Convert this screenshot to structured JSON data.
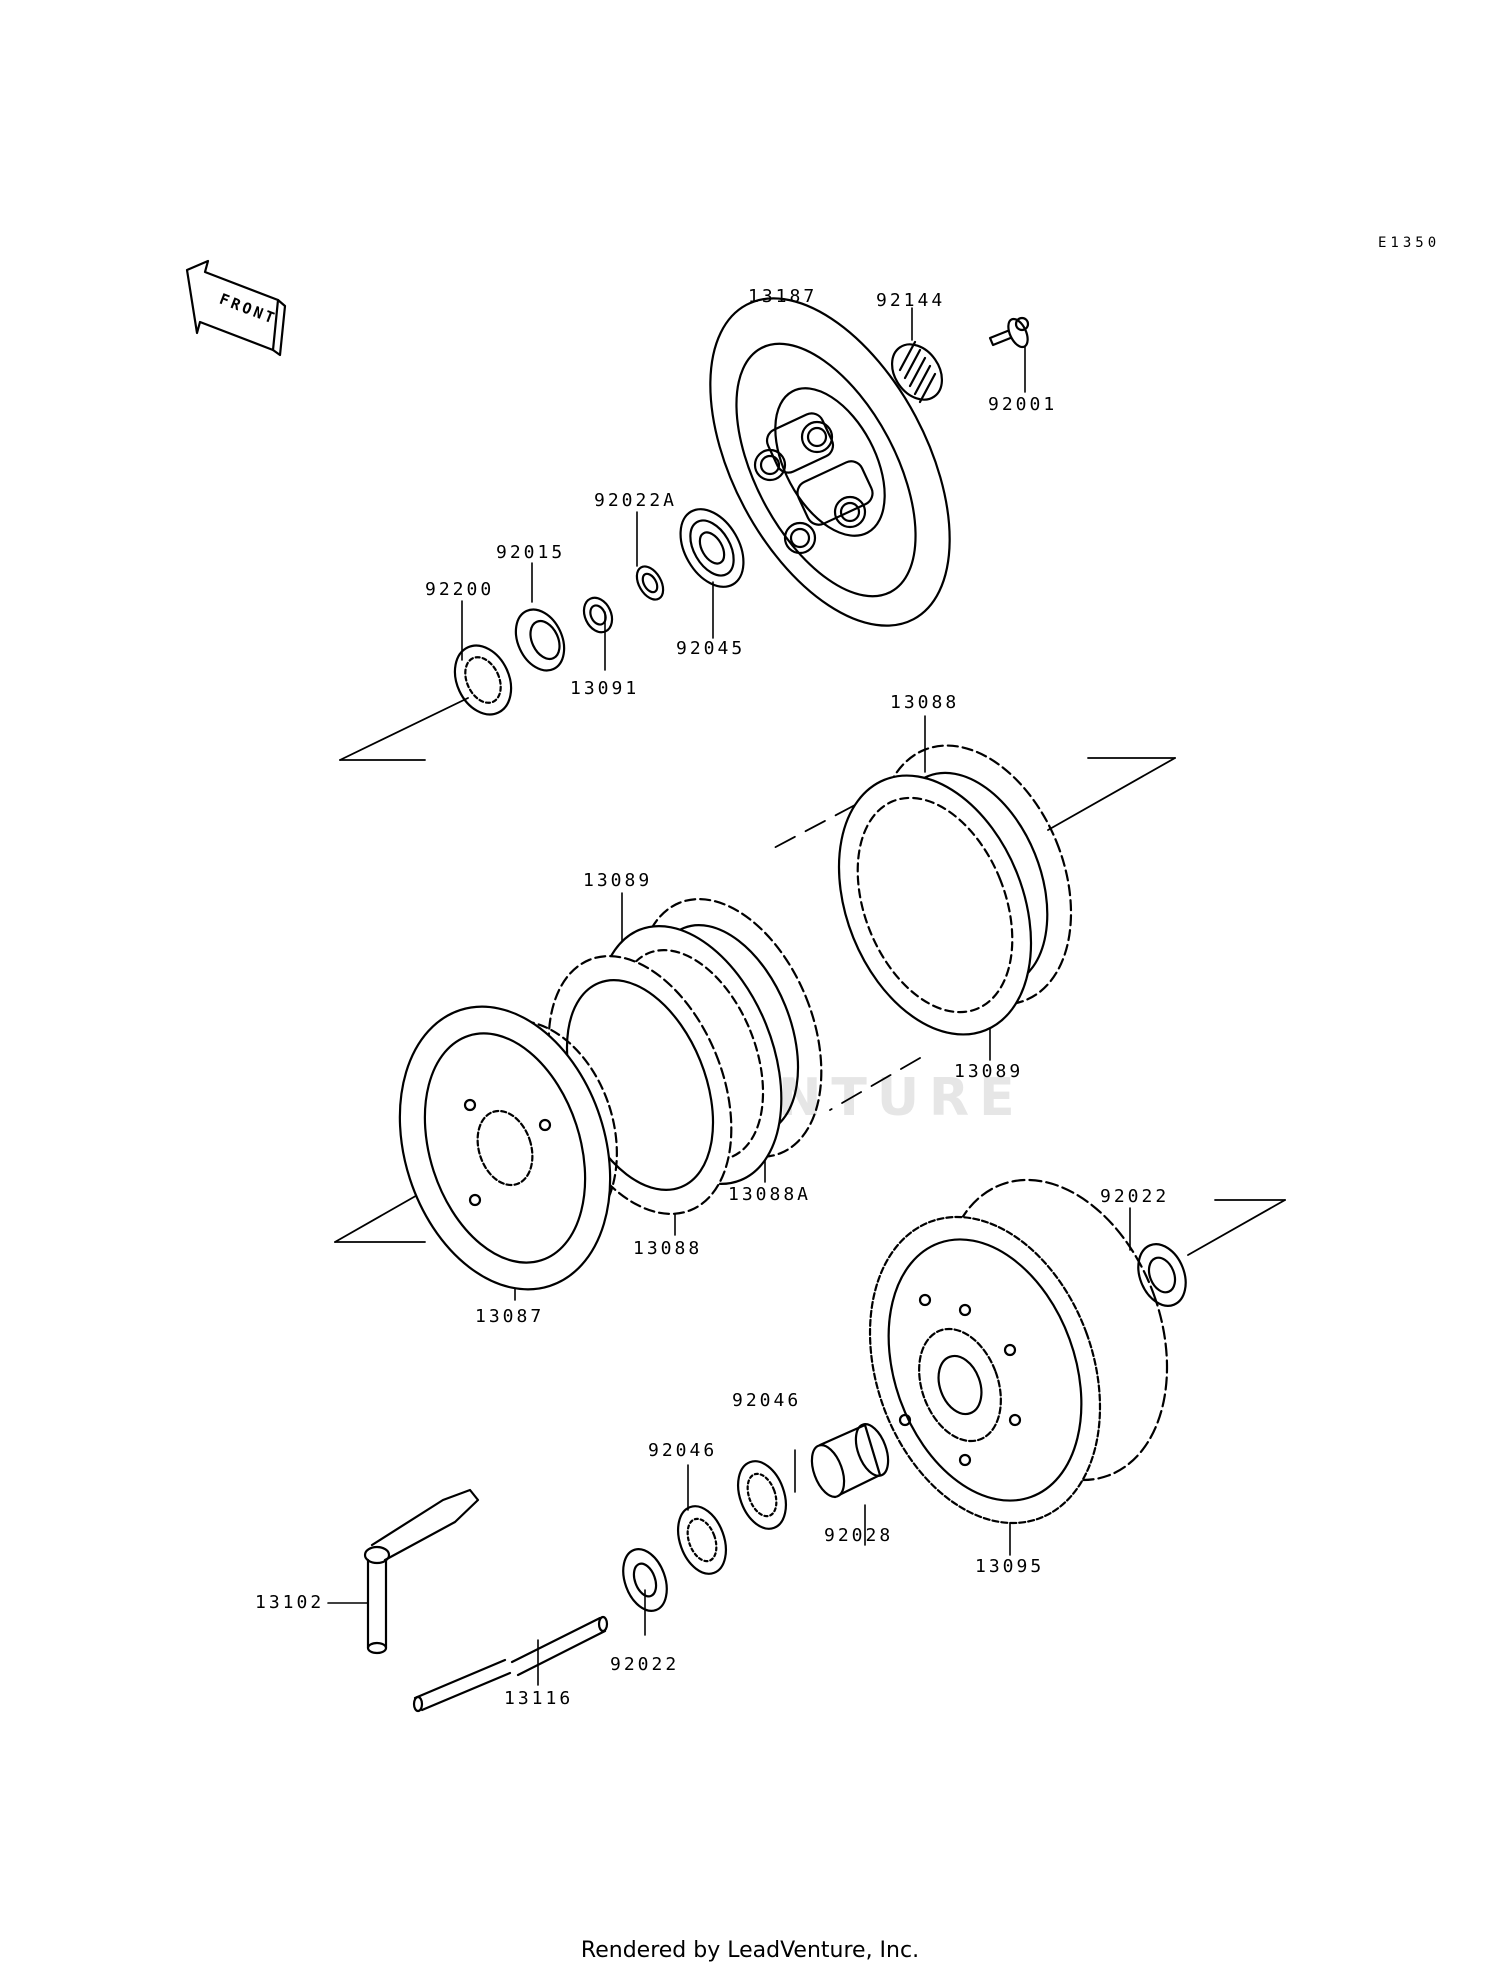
{
  "diagram_code": "E1350",
  "front_label": "FRONT",
  "watermark": "LEADVENTURE",
  "footer": "Rendered by LeadVenture, Inc.",
  "parts": {
    "p13187": "13187",
    "p92144": "92144",
    "p92001": "92001",
    "p92022A": "92022A",
    "p92015": "92015",
    "p92200": "92200",
    "p13091": "13091",
    "p92045": "92045",
    "p13088_top": "13088",
    "p13089_left": "13089",
    "p13089_right": "13089",
    "p13088A": "13088A",
    "p13088_bottom": "13088",
    "p13087": "13087",
    "p92022_right": "92022",
    "p92046_a": "92046",
    "p92046_b": "92046",
    "p92028": "92028",
    "p13095": "13095",
    "p13102": "13102",
    "p92022_bottom": "92022",
    "p13116": "13116"
  }
}
